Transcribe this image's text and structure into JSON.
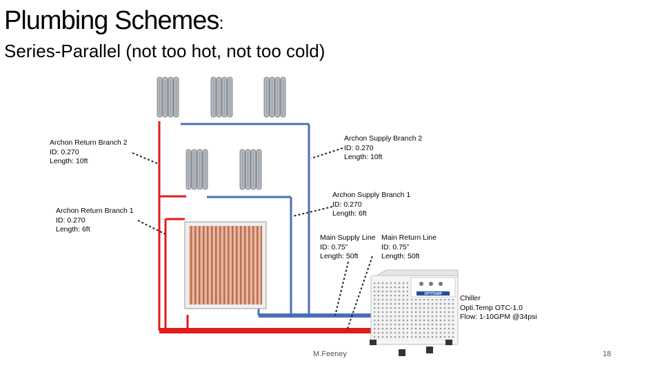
{
  "slide": {
    "title": "Plumbing Schemes",
    "title_suffix": ":",
    "subtitle": "Series-Parallel (not too hot, not too cold)",
    "author": "M.Feeney",
    "page_number": "18"
  },
  "labels": {
    "return_branch_2": {
      "name": "Archon Return Branch 2",
      "id": "ID: 0.270",
      "length": "Length: 10ft"
    },
    "supply_branch_2": {
      "name": "Archon Supply Branch 2",
      "id": "ID: 0.270",
      "length": "Length: 10ft"
    },
    "return_branch_1": {
      "name": "Archon Return Branch 1",
      "id": "ID: 0.270",
      "length": "Length: 6ft"
    },
    "supply_branch_1": {
      "name": "Archon Supply Branch 1",
      "id": "ID: 0.270",
      "length": "Length: 6ft"
    },
    "main_supply": {
      "name": "Main Supply Line",
      "id": "ID: 0.75”",
      "length": "Length: 50ft"
    },
    "main_return": {
      "name": "Main Return Line",
      "id": "ID: 0.75”",
      "length": "Length: 50ft"
    },
    "chiller": {
      "name": "Chiller",
      "model": "Opti.Temp OTC-1.0",
      "flow": "Flow: 1-10GPM @34psi"
    }
  },
  "chiller_brand": "OPTITEMP",
  "colors": {
    "supply_pipe": "#4a6fb5",
    "return_pipe": "#e01b1b",
    "copper": "#c9856a",
    "coil": "#9aa0a8"
  }
}
